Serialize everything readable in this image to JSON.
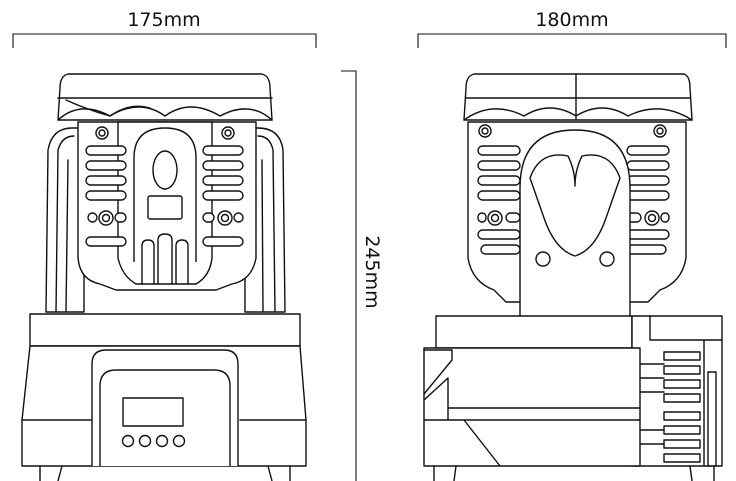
{
  "dimensions": {
    "front_width": "175mm",
    "side_width": "180mm",
    "height": "245mm"
  }
}
